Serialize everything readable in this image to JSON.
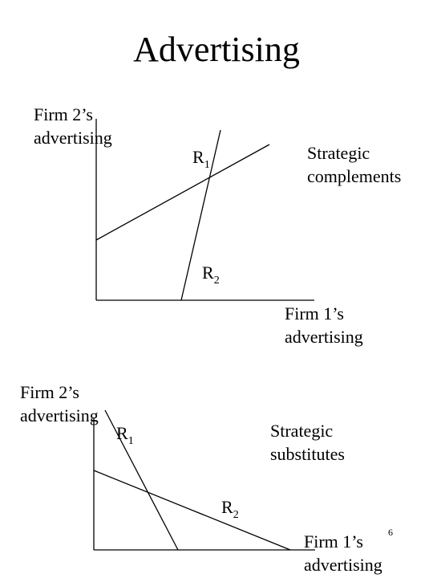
{
  "title": "Advertising",
  "page_number": "6",
  "colors": {
    "line": "#000000",
    "background": "#ffffff"
  },
  "diagrams": [
    {
      "case": "Strategic complements",
      "y_axis_label": [
        "Firm 2’s",
        "advertising"
      ],
      "x_axis_label": [
        "Firm 1’s",
        "advertising"
      ],
      "annotation": [
        "Strategic",
        "complements"
      ],
      "curves": [
        {
          "base": "R",
          "sub": "1"
        },
        {
          "base": "R",
          "sub": "2"
        }
      ]
    },
    {
      "case": "Strategic substitutes",
      "y_axis_label": [
        "Firm 2’s",
        "advertising"
      ],
      "x_axis_label": [
        "Firm 1’s",
        "advertising"
      ],
      "annotation": [
        "Strategic",
        "substitutes"
      ],
      "curves": [
        {
          "base": "R",
          "sub": "1"
        },
        {
          "base": "R",
          "sub": "2"
        }
      ]
    }
  ]
}
